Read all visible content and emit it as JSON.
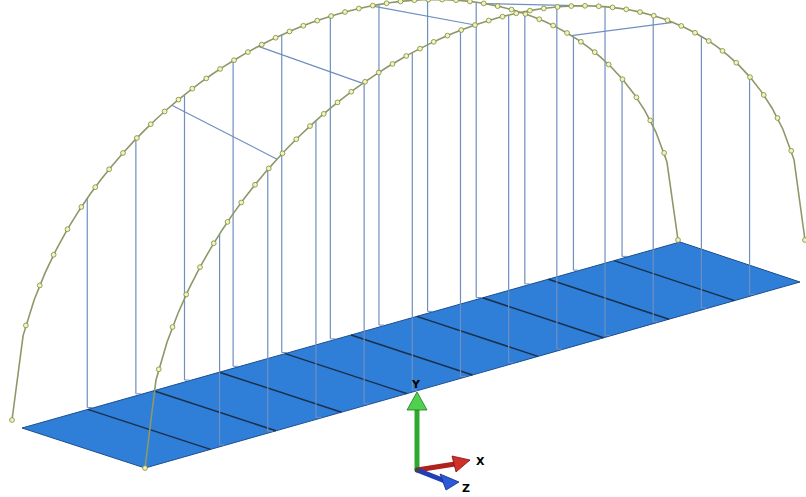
{
  "diagram": {
    "labels": [
      "Y",
      "X",
      "Z"
    ]
  }
}
